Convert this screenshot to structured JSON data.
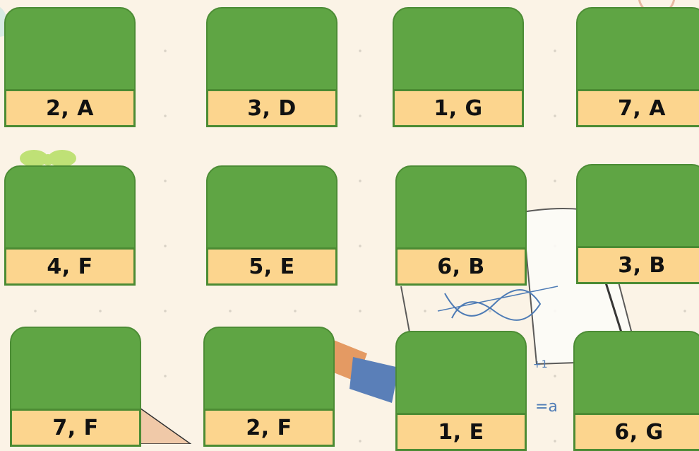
{
  "cards": [
    {
      "label": "2, A"
    },
    {
      "label": "3, D"
    },
    {
      "label": "1, G"
    },
    {
      "label": "7, A"
    },
    {
      "label": "4, F"
    },
    {
      "label": "5, E"
    },
    {
      "label": "6, B"
    },
    {
      "label": "3, B"
    },
    {
      "label": "7, F"
    },
    {
      "label": "2, F"
    },
    {
      "label": "1, E"
    },
    {
      "label": "6, G"
    }
  ],
  "colors": {
    "card_top": "#5fa544",
    "card_border": "#4c8c35",
    "card_label_bg": "#fcd58e",
    "background": "#fbf3e6"
  }
}
